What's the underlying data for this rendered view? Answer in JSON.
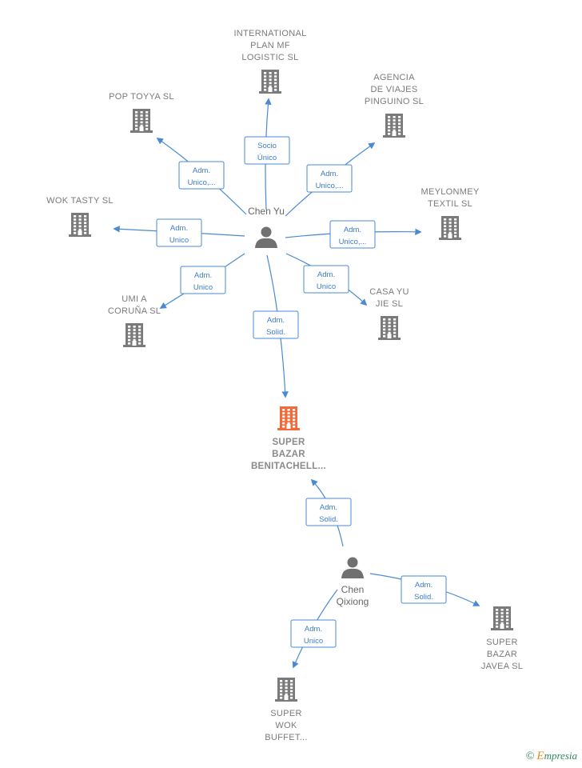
{
  "colors": {
    "edge": "#4a8ad4",
    "company_icon": "#7a7a7a",
    "main_company_icon": "#f26a3a",
    "person_icon": "#707070"
  },
  "brand": {
    "symbol": "©",
    "initial": "E",
    "rest": "mpresia"
  },
  "nodes": [
    {
      "id": "international",
      "type": "company",
      "icon": "building-icon",
      "label": [
        "INTERNATIONAL",
        "PLAN MF",
        "LOGISTIC  SL"
      ]
    },
    {
      "id": "agencia",
      "type": "company",
      "icon": "building-icon",
      "label": [
        "AGENCIA",
        "DE VIAJES",
        "PINGUINO  SL"
      ]
    },
    {
      "id": "pop_toyya",
      "type": "company",
      "icon": "building-icon",
      "label": [
        "POP TOYYA  SL"
      ]
    },
    {
      "id": "meylonmey",
      "type": "company",
      "icon": "building-icon",
      "label": [
        "MEYLONMEY",
        "TEXTIL  SL"
      ]
    },
    {
      "id": "wok_tasty",
      "type": "company",
      "icon": "building-icon",
      "label": [
        "WOK TASTY SL"
      ]
    },
    {
      "id": "umi",
      "type": "company",
      "icon": "building-icon",
      "label": [
        "UMI A",
        "CORUÑA  SL"
      ]
    },
    {
      "id": "casa_yu",
      "type": "company",
      "icon": "building-icon",
      "label": [
        "CASA YU",
        "JIE  SL"
      ]
    },
    {
      "id": "super_bazar_benitachell",
      "type": "company",
      "main": true,
      "icon": "building-icon",
      "label": [
        "SUPER",
        "BAZAR",
        "BENITACHELL..."
      ]
    },
    {
      "id": "super_bazar_javea",
      "type": "company",
      "icon": "building-icon",
      "label": [
        "SUPER",
        "BAZAR",
        "JAVEA  SL"
      ]
    },
    {
      "id": "super_wok",
      "type": "company",
      "icon": "building-icon",
      "label": [
        "SUPER",
        "WOK",
        "BUFFET..."
      ]
    },
    {
      "id": "chen_yu",
      "type": "person",
      "icon": "person-icon",
      "label": [
        "Chen Yu"
      ]
    },
    {
      "id": "chen_qixiong",
      "type": "person",
      "icon": "person-icon",
      "label": [
        "Chen",
        "Qixiong"
      ]
    }
  ],
  "edges": [
    {
      "from": "chen_yu",
      "to": "international",
      "label": [
        "Socio",
        "Único"
      ]
    },
    {
      "from": "chen_yu",
      "to": "agencia",
      "label": [
        "Adm.",
        "Unico,..."
      ]
    },
    {
      "from": "chen_yu",
      "to": "pop_toyya",
      "label": [
        "Adm.",
        "Unico,..."
      ]
    },
    {
      "from": "chen_yu",
      "to": "meylonmey",
      "label": [
        "Adm.",
        "Unico,..."
      ]
    },
    {
      "from": "chen_yu",
      "to": "wok_tasty",
      "label": [
        "Adm.",
        "Unico"
      ]
    },
    {
      "from": "chen_yu",
      "to": "umi",
      "label": [
        "Adm.",
        "Unico"
      ]
    },
    {
      "from": "chen_yu",
      "to": "casa_yu",
      "label": [
        "Adm.",
        "Unico"
      ]
    },
    {
      "from": "chen_yu",
      "to": "super_bazar_benitachell",
      "label": [
        "Adm.",
        "Solid."
      ]
    },
    {
      "from": "chen_qixiong",
      "to": "super_bazar_benitachell",
      "label": [
        "Adm.",
        "Solid."
      ]
    },
    {
      "from": "chen_qixiong",
      "to": "super_bazar_javea",
      "label": [
        "Adm.",
        "Solid."
      ]
    },
    {
      "from": "chen_qixiong",
      "to": "super_wok",
      "label": [
        "Adm.",
        "Unico"
      ]
    }
  ]
}
